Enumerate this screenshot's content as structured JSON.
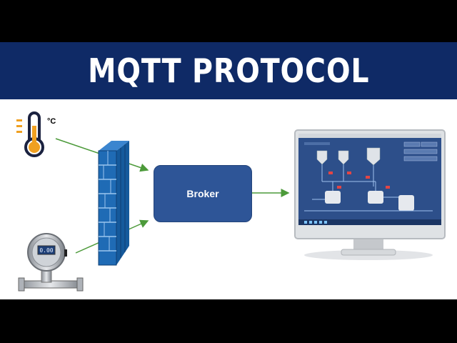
{
  "header": {
    "title": "MQTT PROTOCOL"
  },
  "diagram": {
    "broker_label": "Broker",
    "thermometer_unit": "°C",
    "flowmeter_display": "0.00",
    "colors": {
      "banner": "#0f2a66",
      "broker": "#2e5597",
      "firewall": "#1f6bb5",
      "arrow": "#4c9a3a"
    }
  }
}
